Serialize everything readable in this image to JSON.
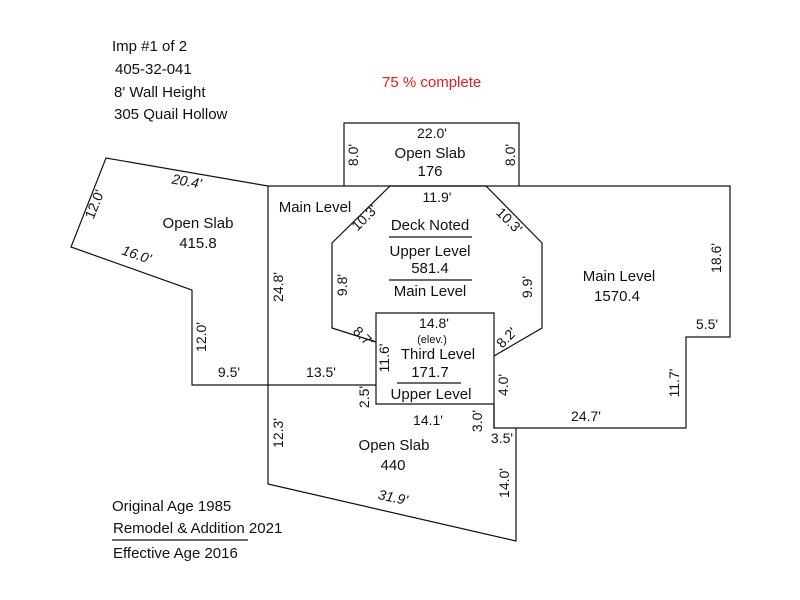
{
  "header": {
    "line1": "Imp #1 of 2",
    "line2": "405-32-041",
    "line3": "8' Wall Height",
    "line4": "305 Quail Hollow"
  },
  "status": {
    "text": "75 % complete",
    "color": "#e02020"
  },
  "footer": {
    "original_age": "Original Age 1985",
    "remodel": "Remodel & Addition 2021",
    "effective_age": "Effective Age 2016"
  },
  "areas": {
    "top_slab": {
      "name": "Open Slab",
      "value": "176"
    },
    "left_slab": {
      "name": "Open Slab",
      "value": "415.8"
    },
    "main_left": {
      "name": "Main Level"
    },
    "deck": {
      "name": "Deck Noted",
      "upper": "Upper Level",
      "value": "581.4",
      "lower": "Main Level"
    },
    "main_right": {
      "name": "Main Level",
      "value": "1570.4"
    },
    "third": {
      "top": "14.8'",
      "elev": "(elev.)",
      "name": "Third Level",
      "value": "171.7",
      "lower": "Upper Level"
    },
    "bottom_slab": {
      "name": "Open Slab",
      "value": "440"
    }
  },
  "dims": {
    "d22_0": "22.0'",
    "d8_0a": "8.0'",
    "d8_0b": "8.0'",
    "d20_4": "20.4'",
    "d12_0a": "12.0'",
    "d16_0": "16.0'",
    "d12_0b": "12.0'",
    "d9_5": "9.5'",
    "d13_5": "13.5'",
    "d24_8": "24.8'",
    "d11_9": "11.9'",
    "d10_3a": "10.3'",
    "d10_3b": "10.3'",
    "d9_8": "9.8'",
    "d9_9": "9.9'",
    "d8_7": "8.7'",
    "d8_2": "8.2'",
    "d11_6": "11.6'",
    "d2_5": "2.5'",
    "d14_1": "14.1'",
    "d4_0": "4.0'",
    "d3_0": "3.0'",
    "d3_5": "3.5'",
    "d24_7": "24.7'",
    "d11_7": "11.7'",
    "d5_5": "5.5'",
    "d18_6": "18.6'",
    "d12_3": "12.3'",
    "d14_0": "14.0'",
    "d31_9": "31.9'"
  }
}
